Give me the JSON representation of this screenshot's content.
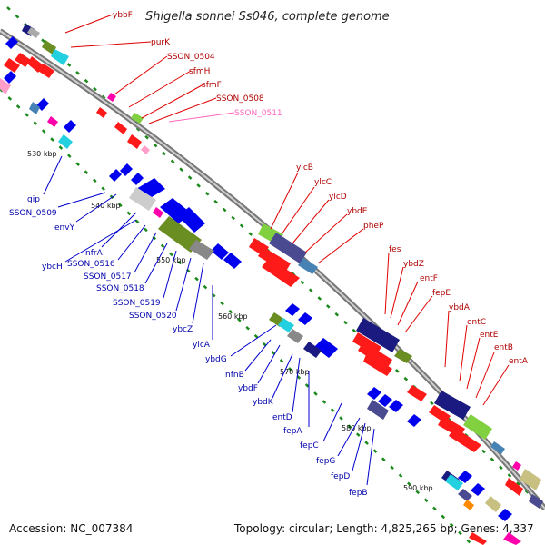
{
  "title": "Shigella sonnei Ss046, complete genome",
  "footer": {
    "accession": "Accession: NC_007384",
    "summary": "Topology: circular; Length: 4,825,265 bp; Genes: 4,337"
  },
  "scale_labels": [
    "530 kbp",
    "540 kbp",
    "550 kbp",
    "560 kbp",
    "570 kbp",
    "580 kbp",
    "590 kbp"
  ],
  "forward_gene_labels": [
    "ybbF",
    "purK",
    "SSON_0504",
    "sfmH",
    "sfmF",
    "SSON_0508",
    "SSON_0511",
    "ylcB",
    "ylcC",
    "ylcD",
    "ybdE",
    "pheP",
    "fes",
    "ybdZ",
    "entF",
    "fepE",
    "ybdA",
    "entC",
    "entE",
    "entB",
    "entA"
  ],
  "reverse_gene_labels": [
    "gip",
    "SSON_0509",
    "envY",
    "nfrA",
    "ybcH",
    "SSON_0516",
    "SSON_0517",
    "SSON_0518",
    "SSON_0519",
    "SSON_0520",
    "ybcZ",
    "ylcA",
    "ybdG",
    "nfnB",
    "ybdF",
    "ybdK",
    "entD",
    "fepA",
    "fepC",
    "fepG",
    "fepD",
    "fepB"
  ],
  "colors": {
    "forward": "#ff0000",
    "reverse": "#0000ee",
    "dark_blue": "#1a1a80",
    "navy": "#4a4a90",
    "olive": "#6b8e23",
    "light_green": "#80d040",
    "cyan": "#22d0e0",
    "magenta": "#ff00aa",
    "pink": "#ff9ec8",
    "grey": "#888888",
    "steel_blue": "#4682b4",
    "backbone": "#888888",
    "tick": "#1b8a1b"
  }
}
